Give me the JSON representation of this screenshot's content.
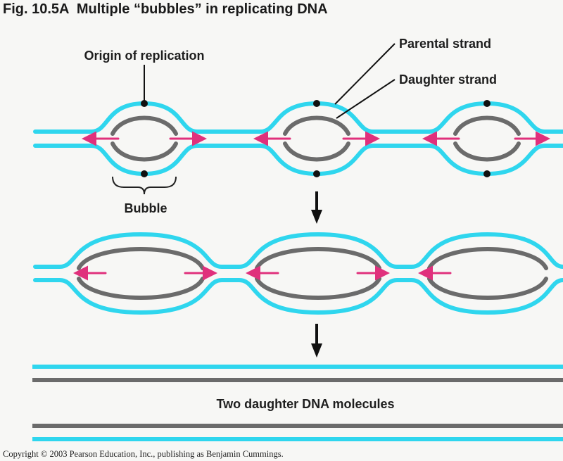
{
  "title": "Fig. 10.5A  Multiple “bubbles” in replicating DNA",
  "labels": {
    "origin": "Origin of replication",
    "parental": "Parental strand",
    "daughter": "Daughter strand",
    "bubble": "Bubble",
    "two_daughter": "Two daughter DNA molecules"
  },
  "copyright": "Copyright © 2003 Pearson Education, Inc., publishing as Benjamin Cummings.",
  "colors": {
    "parental": "#2fd6ee",
    "daughter": "#6b6b6b",
    "arrow": "#e0307c",
    "dot": "#111111",
    "background": "#f7f7f5"
  }
}
